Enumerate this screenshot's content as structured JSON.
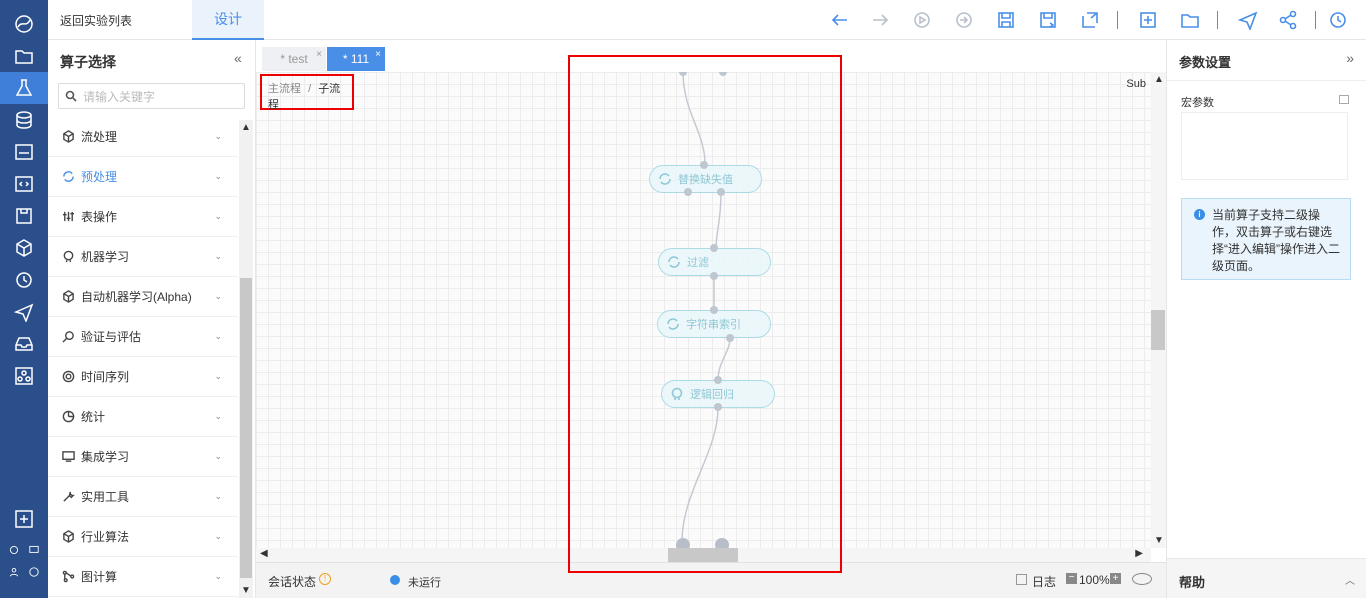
{
  "header": {
    "back_label": "返回实验列表",
    "design_tab": "设计"
  },
  "left_panel": {
    "title": "算子选择",
    "collapse_glyph": "«",
    "search_placeholder": "请输入关键字",
    "categories": [
      {
        "label": "流处理",
        "icon": "cube-icon"
      },
      {
        "label": "预处理",
        "icon": "refresh-icon",
        "active": true
      },
      {
        "label": "表操作",
        "icon": "sliders-icon"
      },
      {
        "label": "机器学习",
        "icon": "brain-icon"
      },
      {
        "label": "自动机器学习(Alpha)",
        "icon": "cube-icon"
      },
      {
        "label": "验证与评估",
        "icon": "magnifier-icon"
      },
      {
        "label": "时间序列",
        "icon": "cycle-icon"
      },
      {
        "label": "统计",
        "icon": "pie-icon"
      },
      {
        "label": "集成学习",
        "icon": "monitor-icon"
      },
      {
        "label": "实用工具",
        "icon": "wrench-icon"
      },
      {
        "label": "行业算法",
        "icon": "cube-icon"
      },
      {
        "label": "图计算",
        "icon": "graph-icon"
      }
    ]
  },
  "tabs": [
    {
      "label": "* test",
      "close": "×"
    },
    {
      "label": "* 111",
      "close": "×"
    }
  ],
  "breadcrumb": {
    "root": "主流程",
    "sep": "/",
    "current": "子流程"
  },
  "canvas": {
    "sub_label": "Sub",
    "nodes": [
      {
        "label": "替换缺失值",
        "icon": "refresh-icon"
      },
      {
        "label": "过滤",
        "icon": "refresh-icon"
      },
      {
        "label": "字符串索引",
        "icon": "refresh-icon"
      },
      {
        "label": "逻辑回归",
        "icon": "brain-icon"
      }
    ]
  },
  "status_bar": {
    "session_label": "会话状态",
    "run_status": "未运行",
    "log_label": "日志",
    "zoom": "100%"
  },
  "right_panel": {
    "title": "参数设置",
    "collapse_glyph": "»",
    "macro_label": "宏参数",
    "info_text": "当前算子支持二级操作，双击算子或右键选择“进入编辑”操作进入二级页面。",
    "help_label": "帮助"
  },
  "colors": {
    "accent": "#4a8fe7",
    "rail": "#2a4f8a",
    "highlight": "#ee0000"
  }
}
